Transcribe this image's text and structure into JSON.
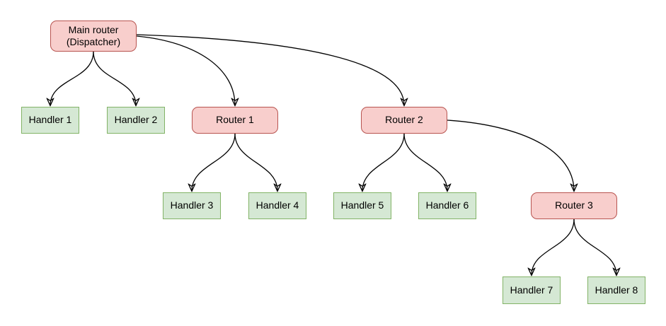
{
  "diagram": {
    "type": "tree",
    "nodes": [
      {
        "id": "main",
        "type": "router",
        "label": "Main router\n(Dispatcher)"
      },
      {
        "id": "handler1",
        "type": "handler",
        "label": "Handler 1"
      },
      {
        "id": "handler2",
        "type": "handler",
        "label": "Handler 2"
      },
      {
        "id": "router1",
        "type": "router",
        "label": "Router 1"
      },
      {
        "id": "router2",
        "type": "router",
        "label": "Router 2"
      },
      {
        "id": "handler3",
        "type": "handler",
        "label": "Handler 3"
      },
      {
        "id": "handler4",
        "type": "handler",
        "label": "Handler 4"
      },
      {
        "id": "handler5",
        "type": "handler",
        "label": "Handler 5"
      },
      {
        "id": "handler6",
        "type": "handler",
        "label": "Handler 6"
      },
      {
        "id": "router3",
        "type": "router",
        "label": "Router 3"
      },
      {
        "id": "handler7",
        "type": "handler",
        "label": "Handler 7"
      },
      {
        "id": "handler8",
        "type": "handler",
        "label": "Handler 8"
      }
    ],
    "edges": [
      {
        "from": "main",
        "to": "handler1"
      },
      {
        "from": "main",
        "to": "handler2"
      },
      {
        "from": "main",
        "to": "router1"
      },
      {
        "from": "main",
        "to": "router2"
      },
      {
        "from": "router1",
        "to": "handler3"
      },
      {
        "from": "router1",
        "to": "handler4"
      },
      {
        "from": "router2",
        "to": "handler5"
      },
      {
        "from": "router2",
        "to": "handler6"
      },
      {
        "from": "router2",
        "to": "router3"
      },
      {
        "from": "router3",
        "to": "handler7"
      },
      {
        "from": "router3",
        "to": "handler8"
      }
    ],
    "colors": {
      "router_fill": "#f8cecc",
      "router_border": "#b85450",
      "handler_fill": "#d5e8d4",
      "handler_border": "#82b366",
      "edge": "#000000"
    }
  }
}
